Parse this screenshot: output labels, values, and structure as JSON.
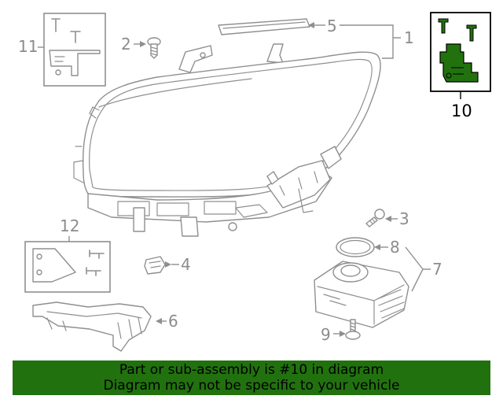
{
  "banner": {
    "line1": "Part or sub-assembly is #10 in diagram",
    "line2": "Diagram may not be specific to your vehicle",
    "color": "#22710f"
  },
  "highlight_color": "#22710f",
  "callouts": {
    "c1": "1",
    "c2": "2",
    "c3": "3",
    "c4": "4",
    "c5": "5",
    "c6": "6",
    "c7": "7",
    "c8": "8",
    "c9": "9",
    "c10": "10",
    "c11": "11",
    "c12": "12"
  }
}
